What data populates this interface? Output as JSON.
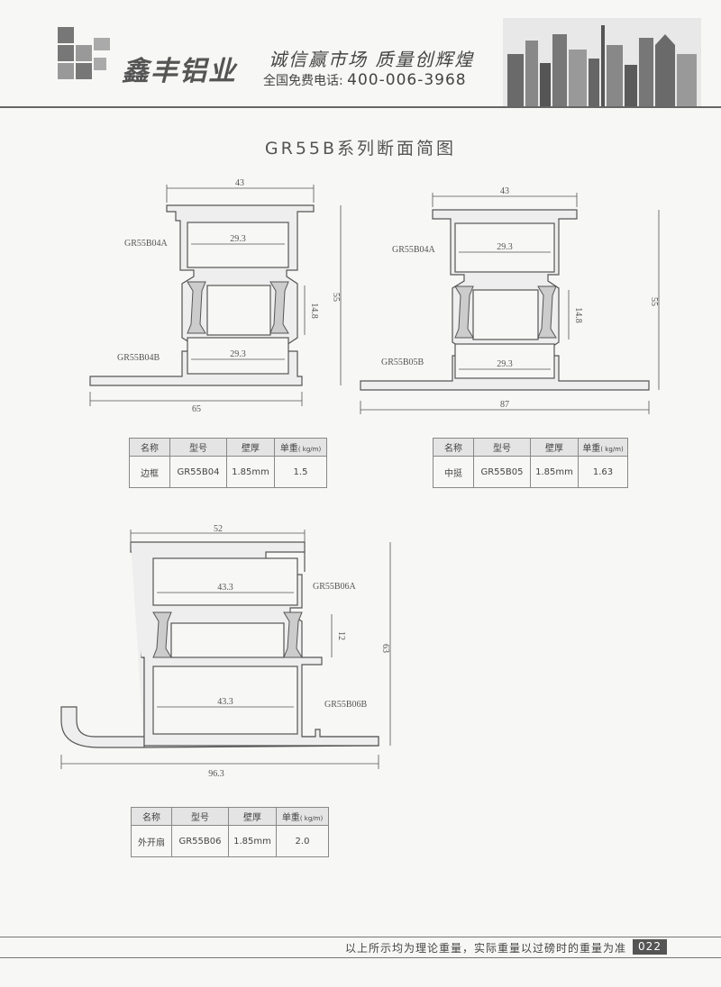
{
  "header": {
    "brand": "鑫丰铝业",
    "slogan": "诚信赢市场  质量创辉煌",
    "hotline_label": "全国免费电话:",
    "hotline_number": "400-006-3968"
  },
  "title": "GR55B系列断面简图",
  "drawings": {
    "d1": {
      "width": "43",
      "inner_top": "29.3",
      "inner_bottom": "29.3",
      "gap": "14.8",
      "height": "55",
      "base": "65",
      "label_a": "GR55B04A",
      "label_b": "GR55B04B"
    },
    "d2": {
      "width": "43",
      "inner_top": "29.3",
      "inner_bottom": "29.3",
      "gap": "14.8",
      "height": "55",
      "base": "87",
      "label_a": "GR55B04A",
      "label_b": "GR55B05B"
    },
    "d3": {
      "width": "52",
      "inner_top": "43.3",
      "inner_bottom": "43.3",
      "gap": "12",
      "height": "63",
      "base": "96.3",
      "label_a": "GR55B06A",
      "label_b": "GR55B06B"
    }
  },
  "table_headers": {
    "name": "名称",
    "model": "型号",
    "wall": "壁厚",
    "weight": "单重",
    "weight_unit": "( kg/m)"
  },
  "tables": [
    {
      "name": "边框",
      "model": "GR55B04",
      "wall": "1.85mm",
      "weight": "1.5"
    },
    {
      "name": "中挺",
      "model": "GR55B05",
      "wall": "1.85mm",
      "weight": "1.63"
    },
    {
      "name": "外开扇",
      "model": "GR55B06",
      "wall": "1.85mm",
      "weight": "2.0"
    }
  ],
  "footer": {
    "note": "以上所示均为理论重量，实际重量以过磅时的重量为准",
    "page": "022"
  }
}
